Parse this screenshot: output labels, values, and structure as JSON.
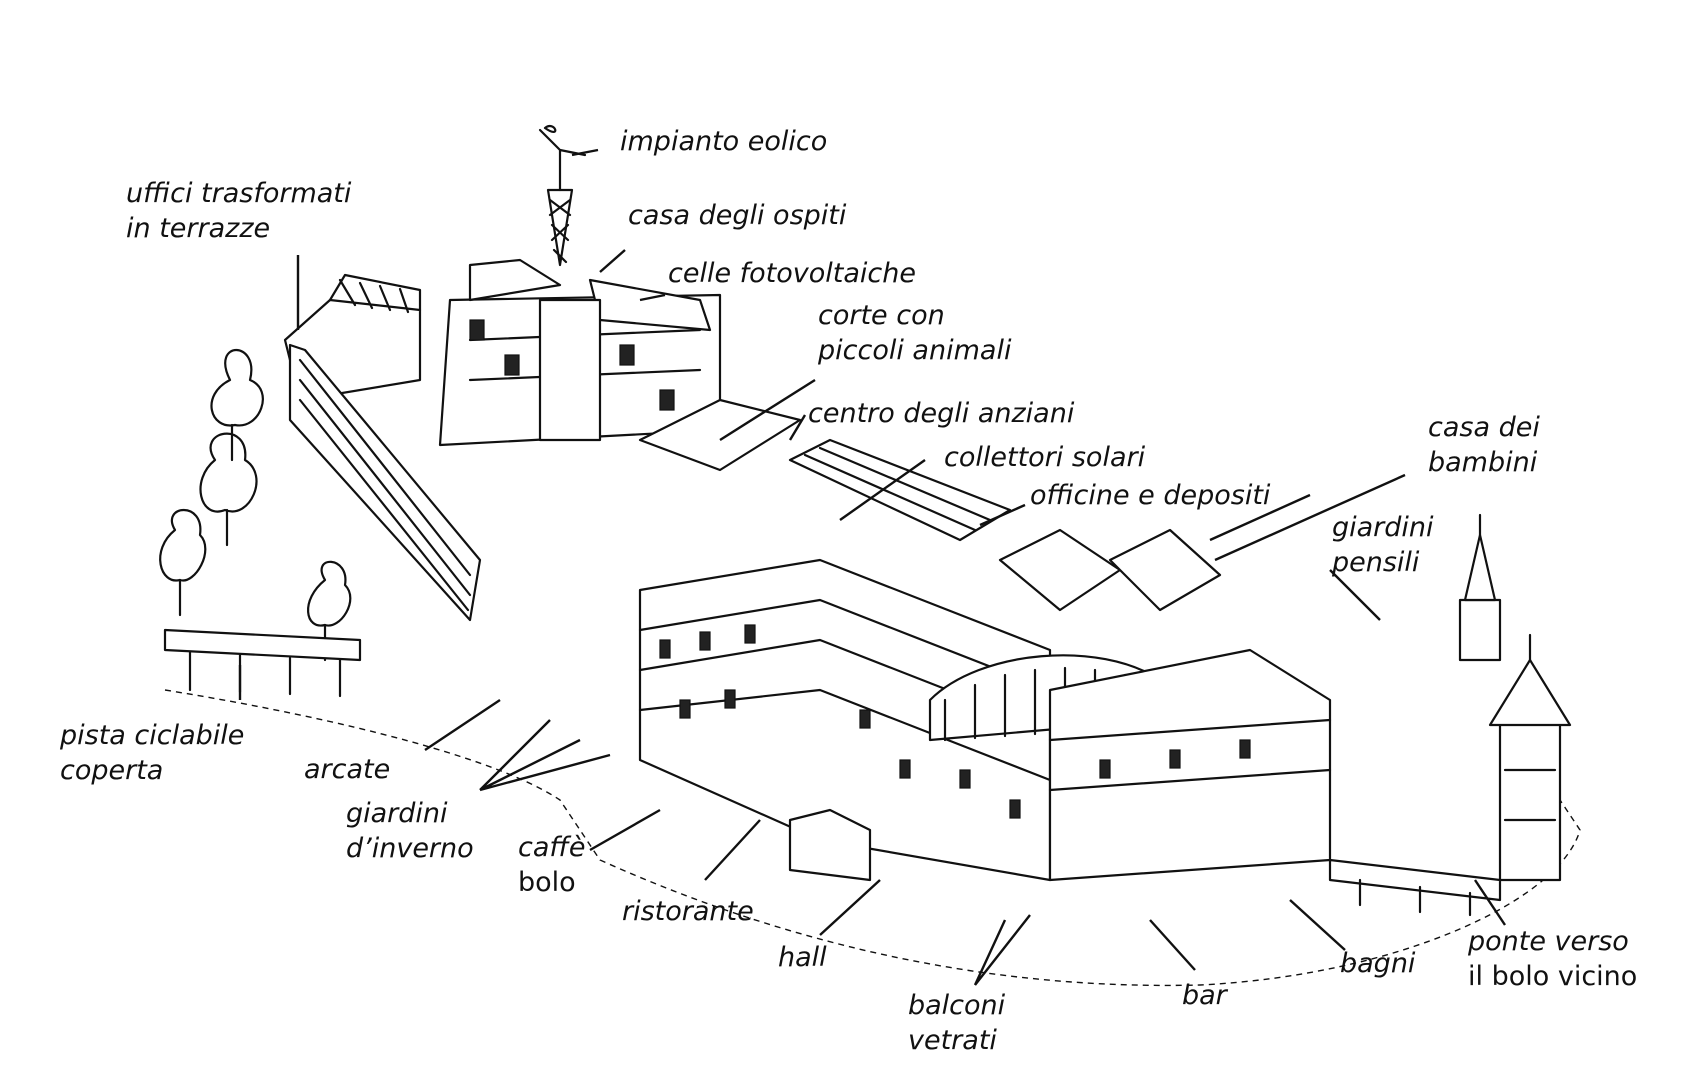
{
  "labels": {
    "impianto_eolico": [
      "impianto eolico"
    ],
    "uffici": [
      "uffici trasformati",
      "in terrazze"
    ],
    "casa_ospiti": [
      "casa degli ospiti"
    ],
    "celle": [
      "celle fotovoltaiche"
    ],
    "corte": [
      "corte con",
      "piccoli animali"
    ],
    "centro_anziani": [
      "centro degli anziani"
    ],
    "collettori": [
      "collettori solari"
    ],
    "officine": [
      "officine e depositi"
    ],
    "casa_bambini": [
      "casa dei",
      "bambini"
    ],
    "giardini_pensili": [
      "giardini",
      "pensili"
    ],
    "pista": [
      "pista ciclabile",
      "coperta"
    ],
    "arcate": [
      "arcate"
    ],
    "giardini_inverno": [
      "giardini",
      "d’inverno"
    ],
    "caffe": [
      "caffè",
      "bolo"
    ],
    "ristorante": [
      "ristorante"
    ],
    "hall": [
      "hall"
    ],
    "balconi": [
      "balconi",
      "vetrati"
    ],
    "bar": [
      "bar"
    ],
    "bagni": [
      "bagni"
    ],
    "ponte": [
      "ponte verso",
      "il bolo vicino"
    ]
  }
}
